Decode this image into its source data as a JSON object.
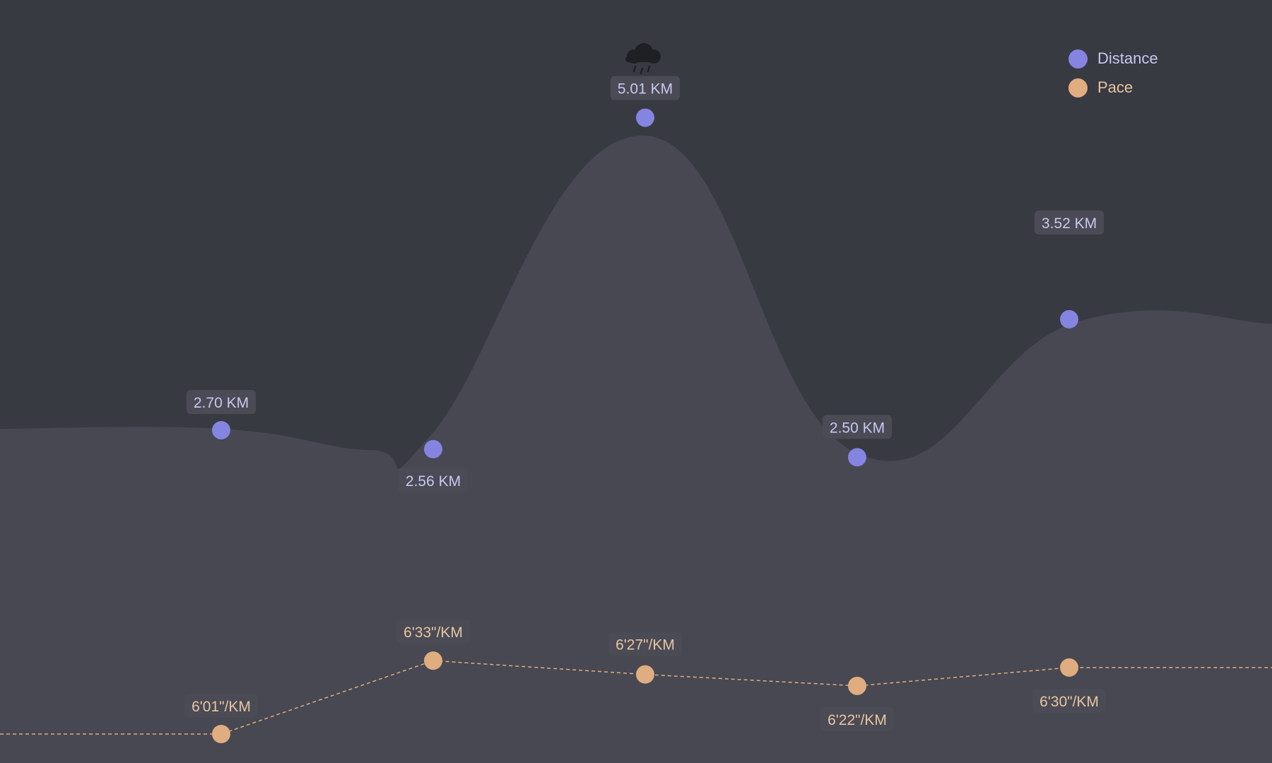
{
  "colors": {
    "background": "#383a42",
    "area": "#474852",
    "distance": "#8584e0",
    "pace": "#dfad7f",
    "label_bg": "#4a4b55",
    "distance_text": "#c7c8f0",
    "pace_text": "#e8c4a0"
  },
  "legend": [
    {
      "name": "Distance",
      "color": "#8584e0"
    },
    {
      "name": "Pace",
      "color": "#dfad7f"
    }
  ],
  "weather_icon": "rain-cloud-icon",
  "chart_data": {
    "type": "line",
    "series": [
      {
        "name": "Distance",
        "display": "area+points",
        "values": [
          2.7,
          2.56,
          5.01,
          2.5,
          3.52
        ],
        "labels": [
          "2.70 KM",
          "2.56 KM",
          "5.01 KM",
          "2.50 KM",
          "3.52 KM"
        ]
      },
      {
        "name": "Pace",
        "display": "dashed-line+points",
        "values_seconds": [
          361,
          393,
          387,
          382,
          390
        ],
        "labels": [
          "6'01\"/KM",
          "6'33\"/KM",
          "6'27\"/KM",
          "6'22\"/KM",
          "6'30\"/KM"
        ]
      }
    ]
  }
}
